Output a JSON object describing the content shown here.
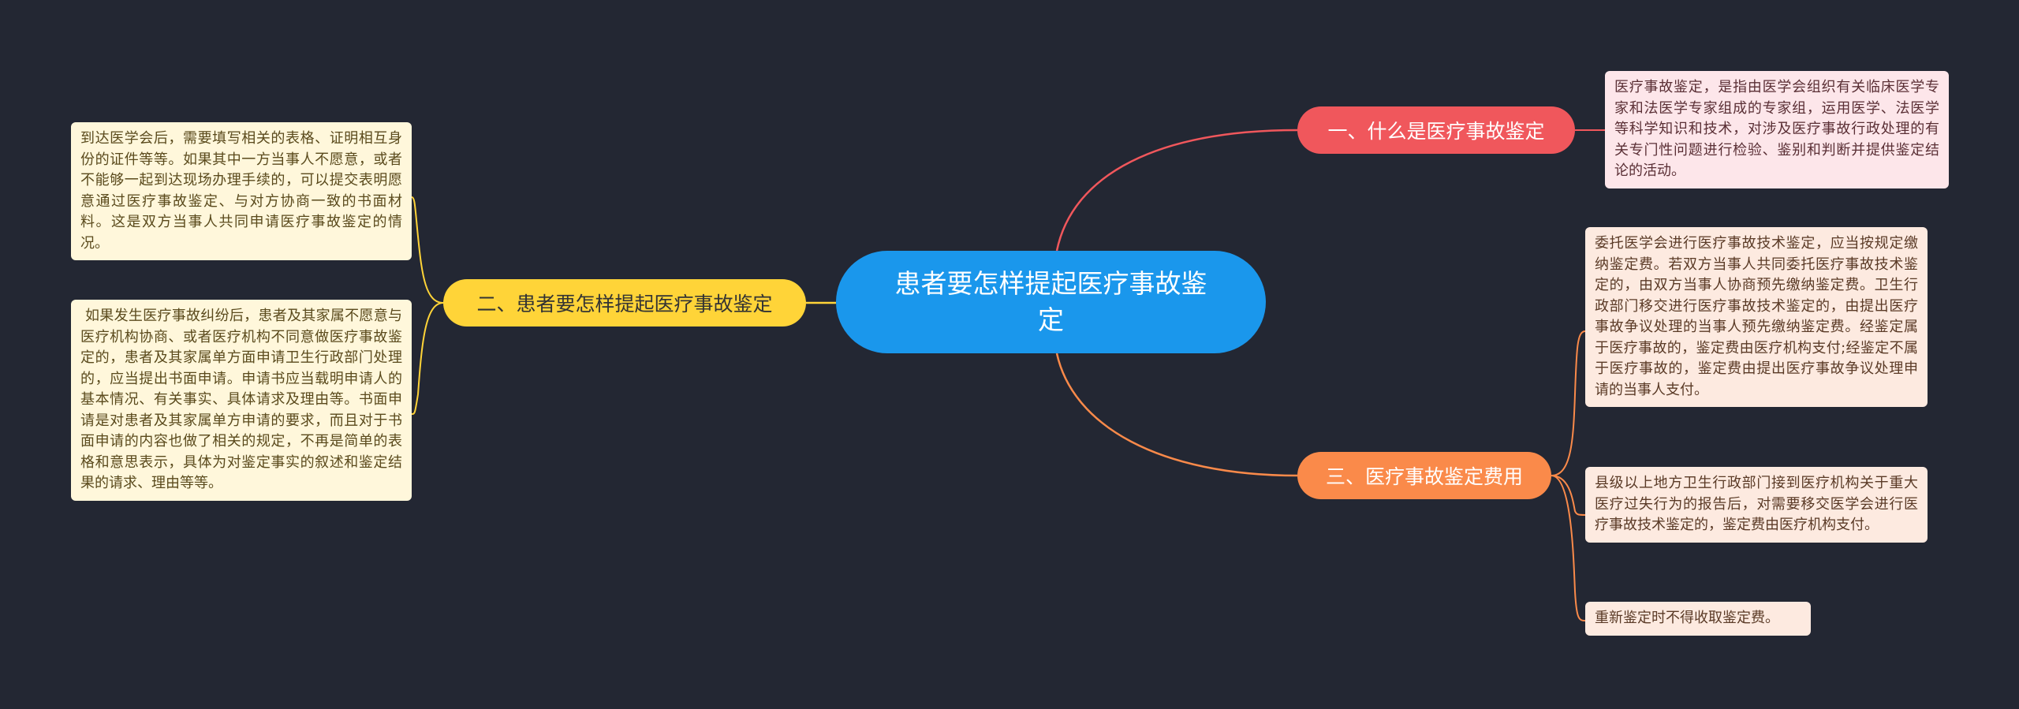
{
  "root": {
    "title": "患者要怎样提起医疗事故鉴定"
  },
  "colors": {
    "background": "#232733",
    "root": "#1a97ec",
    "branch1": "#f0575c",
    "branch2": "#ffd438",
    "branch3": "#fa8a4a"
  },
  "branches": [
    {
      "label": "一、什么是医疗事故鉴定",
      "leaves": [
        "医疗事故鉴定，是指由医学会组织有关临床医学专家和法医学专家组成的专家组，运用医学、法医学等科学知识和技术，对涉及医疗事故行政处理的有关专门性问题进行检验、鉴别和判断并提供鉴定结论的活动。"
      ]
    },
    {
      "label": "二、患者要怎样提起医疗事故鉴定",
      "leaves": [
        "到达医学会后，需要填写相关的表格、证明相互身份的证件等等。如果其中一方当事人不愿意，或者不能够一起到达现场办理手续的，可以提交表明愿意通过医疗事故鉴定、与对方协商一致的书面材料。这是双方当事人共同申请医疗事故鉴定的情况。",
        " 如果发生医疗事故纠纷后，患者及其家属不愿意与医疗机构协商、或者医疗机构不同意做医疗事故鉴定的，患者及其家属单方面申请卫生行政部门处理的，应当提出书面申请。申请书应当载明申请人的基本情况、有关事实、具体请求及理由等。书面申请是对患者及其家属单方申请的要求，而且对于书面申请的内容也做了相关的规定，不再是简单的表格和意思表示，具体为对鉴定事实的叙述和鉴定结果的请求、理由等等。"
      ]
    },
    {
      "label": "三、医疗事故鉴定费用",
      "leaves": [
        "委托医学会进行医疗事故技术鉴定，应当按规定缴纳鉴定费。若双方当事人共同委托医疗事故技术鉴定的，由双方当事人协商预先缴纳鉴定费。卫生行政部门移交进行医疗事故技术鉴定的，由提出医疗事故争议处理的当事人预先缴纳鉴定费。经鉴定属于医疗事故的，鉴定费由医疗机构支付;经鉴定不属于医疗事故的，鉴定费由提出医疗事故争议处理申请的当事人支付。",
        "县级以上地方卫生行政部门接到医疗机构关于重大医疗过失行为的报告后，对需要移交医学会进行医疗事故技术鉴定的，鉴定费由医疗机构支付。",
        "重新鉴定时不得收取鉴定费。"
      ]
    }
  ]
}
